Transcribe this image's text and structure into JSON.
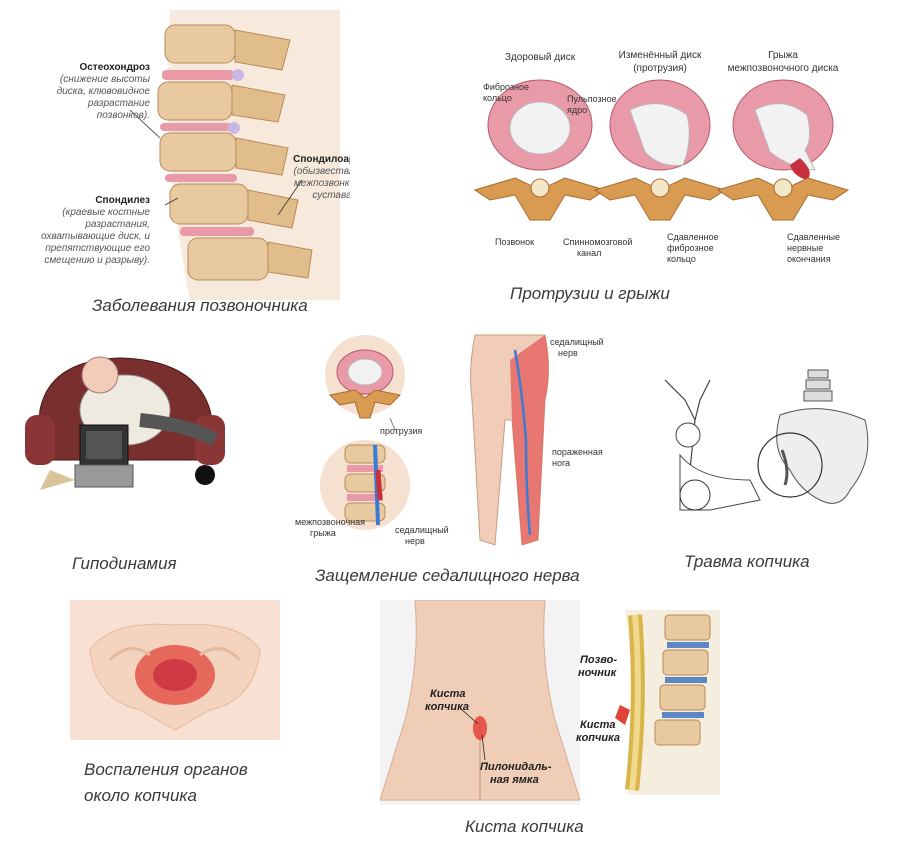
{
  "panels": {
    "spine": {
      "caption": "Заболевания позвоночника",
      "osteo_title": "Остеохондроз",
      "osteo_desc": [
        "(снижение высоты",
        "диска, клювовидное",
        "разрастание",
        "позвонков)."
      ],
      "spondyl_title": "Спондилез",
      "spondyl_desc": [
        "(краевые костные",
        "разрастания,",
        "охватывающие диск, и",
        "препятствующие его",
        "смещению и разрыву)."
      ],
      "arthro_title": "Спондилоартроз",
      "arthro_desc": [
        "(обызвествление",
        "межпозвонкового",
        "сустава)."
      ]
    },
    "discs": {
      "caption": "Протрузии и грыжи",
      "healthy": "Здоровый диск",
      "changed": [
        "Изменённый диск",
        "(протрузия)"
      ],
      "hernia": [
        "Грыжа",
        "межпозвоночного диска"
      ],
      "fibrous_ring": [
        "Фиброзное",
        "кольцо"
      ],
      "nucleus": [
        "Пульпозное",
        "ядро"
      ],
      "vertebra": "Позвонок",
      "spinal_canal": [
        "Спинномозговой",
        "канал"
      ],
      "compressed_ring": [
        "Сдавленное",
        "фиброзное",
        "кольцо"
      ],
      "compressed_nerves": [
        "Сдавленные",
        "нервные",
        "окончания"
      ]
    },
    "hypodynamia": {
      "caption": "Гиподинамия"
    },
    "sciatic": {
      "caption": "Защемление седалищного нерва",
      "protrusion": "протрузия",
      "hernia": [
        "межпозвоночная",
        "грыжа"
      ],
      "nerve_bottom": [
        "седалищный",
        "нерв"
      ],
      "nerve_top": [
        "седалищный",
        "нерв"
      ],
      "leg": [
        "пораженная",
        "нога"
      ]
    },
    "coccyx_injury": {
      "caption": "Травма копчика"
    },
    "inflammation": {
      "caption": [
        "Воспаления органов",
        "около копчика"
      ]
    },
    "cyst": {
      "caption": "Киста копчика",
      "cyst_label": [
        "Киста",
        "копчика"
      ],
      "pit_label": [
        "Пилонидаль-",
        "ная ямка"
      ],
      "spine_label": [
        "Позво-",
        "ночник"
      ],
      "cyst_label2": [
        "Киста",
        "копчика"
      ]
    }
  },
  "colors": {
    "bone": "#e8c9a0",
    "disc": "#e99aa8",
    "skin": "#f1cdb9",
    "nerve": "#3a7bd5",
    "inflame": "#e2443a"
  }
}
